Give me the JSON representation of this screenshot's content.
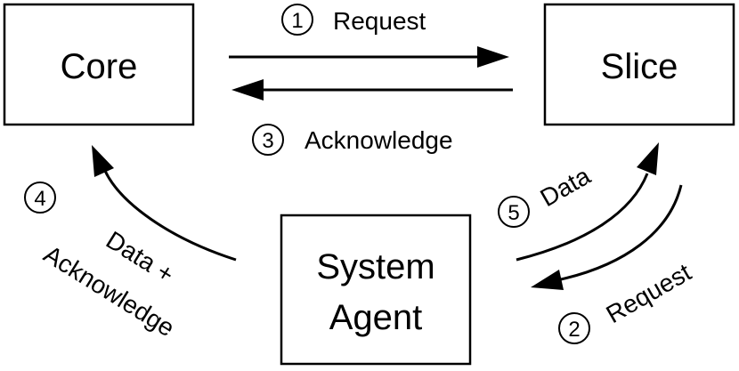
{
  "nodes": {
    "core": {
      "label": "Core"
    },
    "slice": {
      "label": "Slice"
    },
    "system_agent": {
      "label_line1": "System",
      "label_line2": "Agent"
    }
  },
  "steps": [
    {
      "num": "1",
      "label": "Request"
    },
    {
      "num": "2",
      "label": "Request"
    },
    {
      "num": "3",
      "label": "Acknowledge"
    },
    {
      "num": "4",
      "label_line1": "Data +",
      "label_line2": "Acknowledge"
    },
    {
      "num": "5",
      "label": "Data"
    }
  ]
}
